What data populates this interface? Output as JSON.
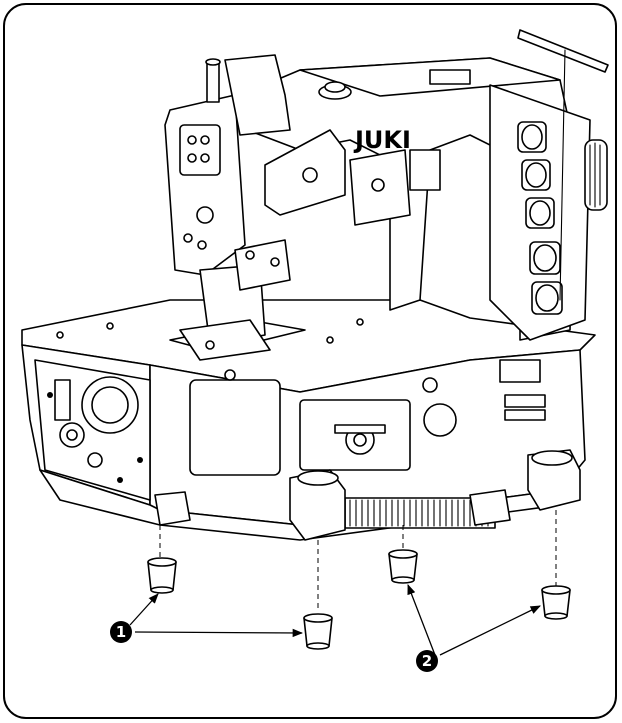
{
  "brand_text": "JUKI",
  "callouts": [
    {
      "label": "1"
    },
    {
      "label": "2"
    }
  ],
  "colors": {
    "line": "#000000",
    "background": "#ffffff",
    "frame": "#000000"
  }
}
